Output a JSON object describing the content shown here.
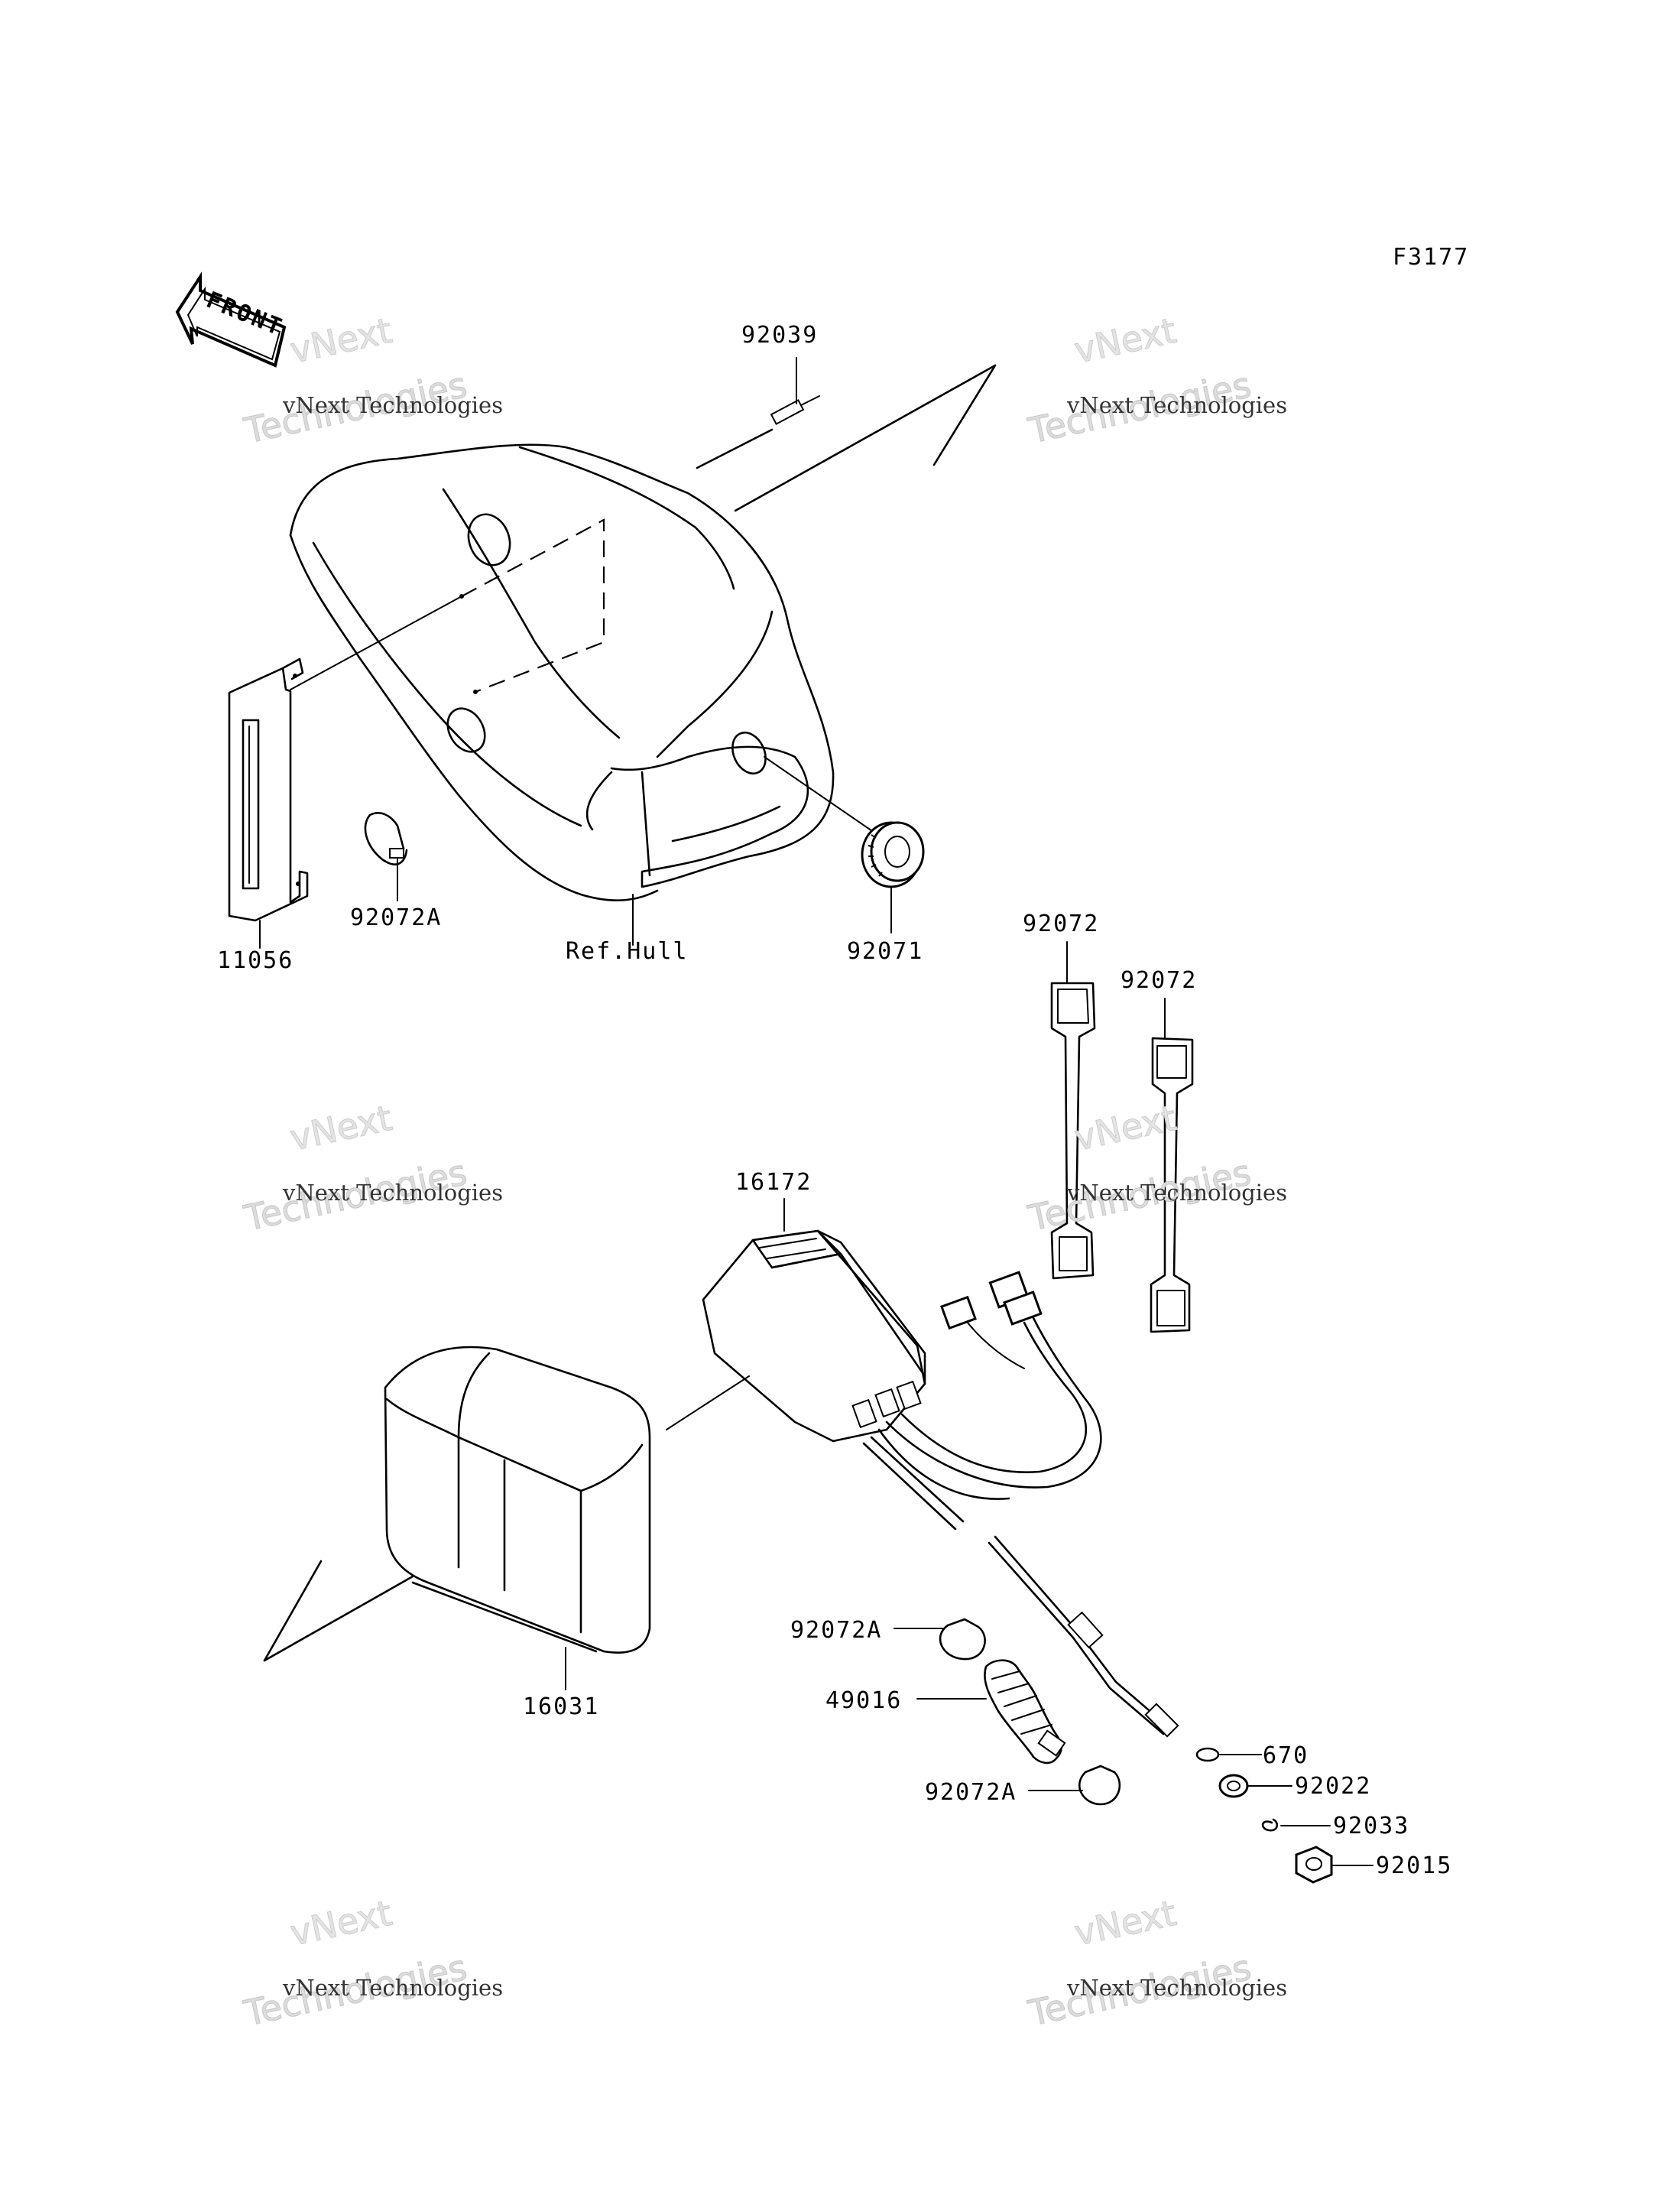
{
  "figure_code": "F3177",
  "front_arrow_text": "FRONT",
  "watermark": {
    "line1": "vNext",
    "line2": "vNext Technologies",
    "line3": "Technologies"
  },
  "callouts": {
    "p92039": "92039",
    "p11056": "11056",
    "p92072A_top": "92072A",
    "ref_hull": "Ref.Hull",
    "p92071": "92071",
    "p92072_a": "92072",
    "p92072_b": "92072",
    "p16172": "16172",
    "p16031": "16031",
    "p92072A_1": "92072A",
    "p49016": "49016",
    "p92072A_2": "92072A",
    "p670": "670",
    "p92022": "92022",
    "p92033": "92033",
    "p92015": "92015"
  }
}
